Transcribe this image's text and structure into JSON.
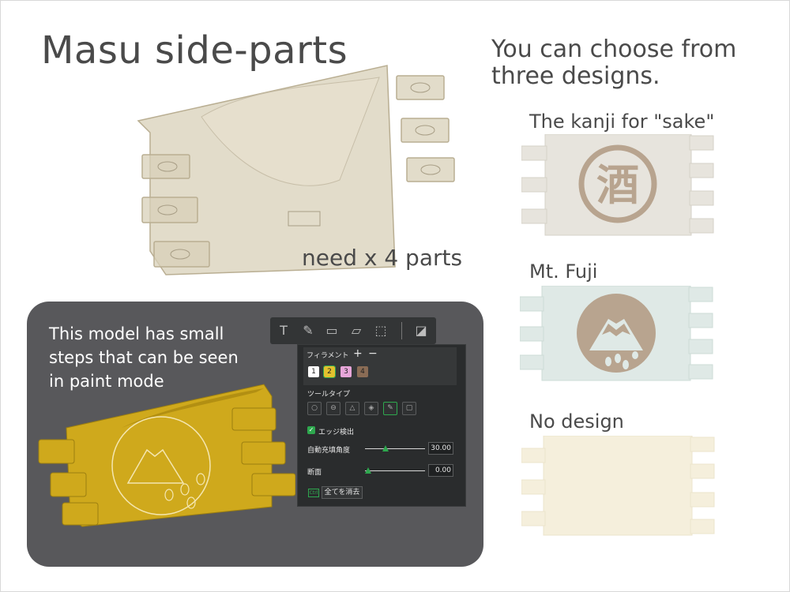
{
  "title": "Masu side-parts",
  "intro_line1": "You can choose from",
  "intro_line2": "three designs.",
  "need_text": "need x 4 parts",
  "designs": [
    {
      "label": "The kanji for \"sake\"",
      "kanji": "酒",
      "color": "#e7e4dd",
      "emblem_color": "#b8a48f"
    },
    {
      "label": "Mt. Fuji",
      "color": "#dfe9e6",
      "emblem_color": "#b8a48f"
    },
    {
      "label": "No design",
      "color": "#f5efdc"
    }
  ],
  "panel": {
    "line1": "This model has small",
    "line2": "steps that can be seen",
    "line3": "in paint mode"
  },
  "paint_ui": {
    "filament_label": "フィラメント",
    "add": "+",
    "remove": "−",
    "chips": [
      {
        "n": "1",
        "color": "#ffffff"
      },
      {
        "n": "2",
        "color": "#e3c12e"
      },
      {
        "n": "3",
        "color": "#e7a6d9"
      },
      {
        "n": "4",
        "color": "#8a6c55"
      }
    ],
    "tool_type_label": "ツールタイプ",
    "edge_detect_label": "エッジ検出",
    "auto_fill_angle_label": "自動充填角度",
    "auto_fill_angle_value": "30.00",
    "auto_fill_fraction": 0.3,
    "section_label": "断面",
    "section_value": "0.00",
    "section_fraction": 0.0,
    "clear_all_label": "全てを消去",
    "clear_icon": "Ctrl"
  },
  "colors": {
    "ghost_part": "#d8d0b8",
    "gold_part": "#cfa91c",
    "panel_bg": "#58585b",
    "accent_green": "#2ea84e"
  }
}
